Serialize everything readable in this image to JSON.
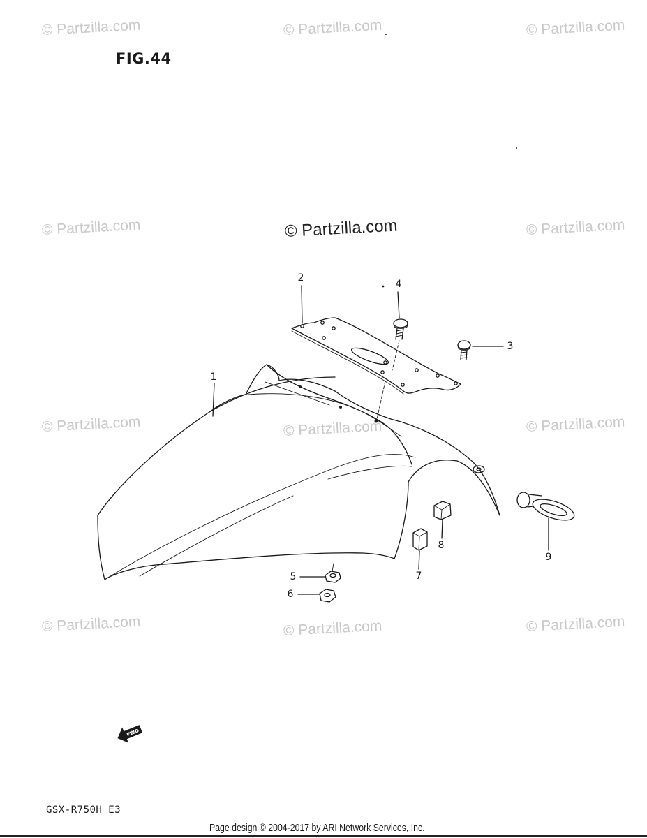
{
  "figure": {
    "title": "FIG.44"
  },
  "watermarks": {
    "repeat_text": "© Partzilla.com",
    "center_text": "© Partzilla.com"
  },
  "callouts": [
    "1",
    "2",
    "3",
    "4",
    "5",
    "6",
    "7",
    "8",
    "9"
  ],
  "direction_marker": {
    "text": "FWD"
  },
  "model_code": "GSX-R750H E3",
  "footer": {
    "credit": "Page design © 2004-2017 by ARI Network Services, Inc."
  }
}
